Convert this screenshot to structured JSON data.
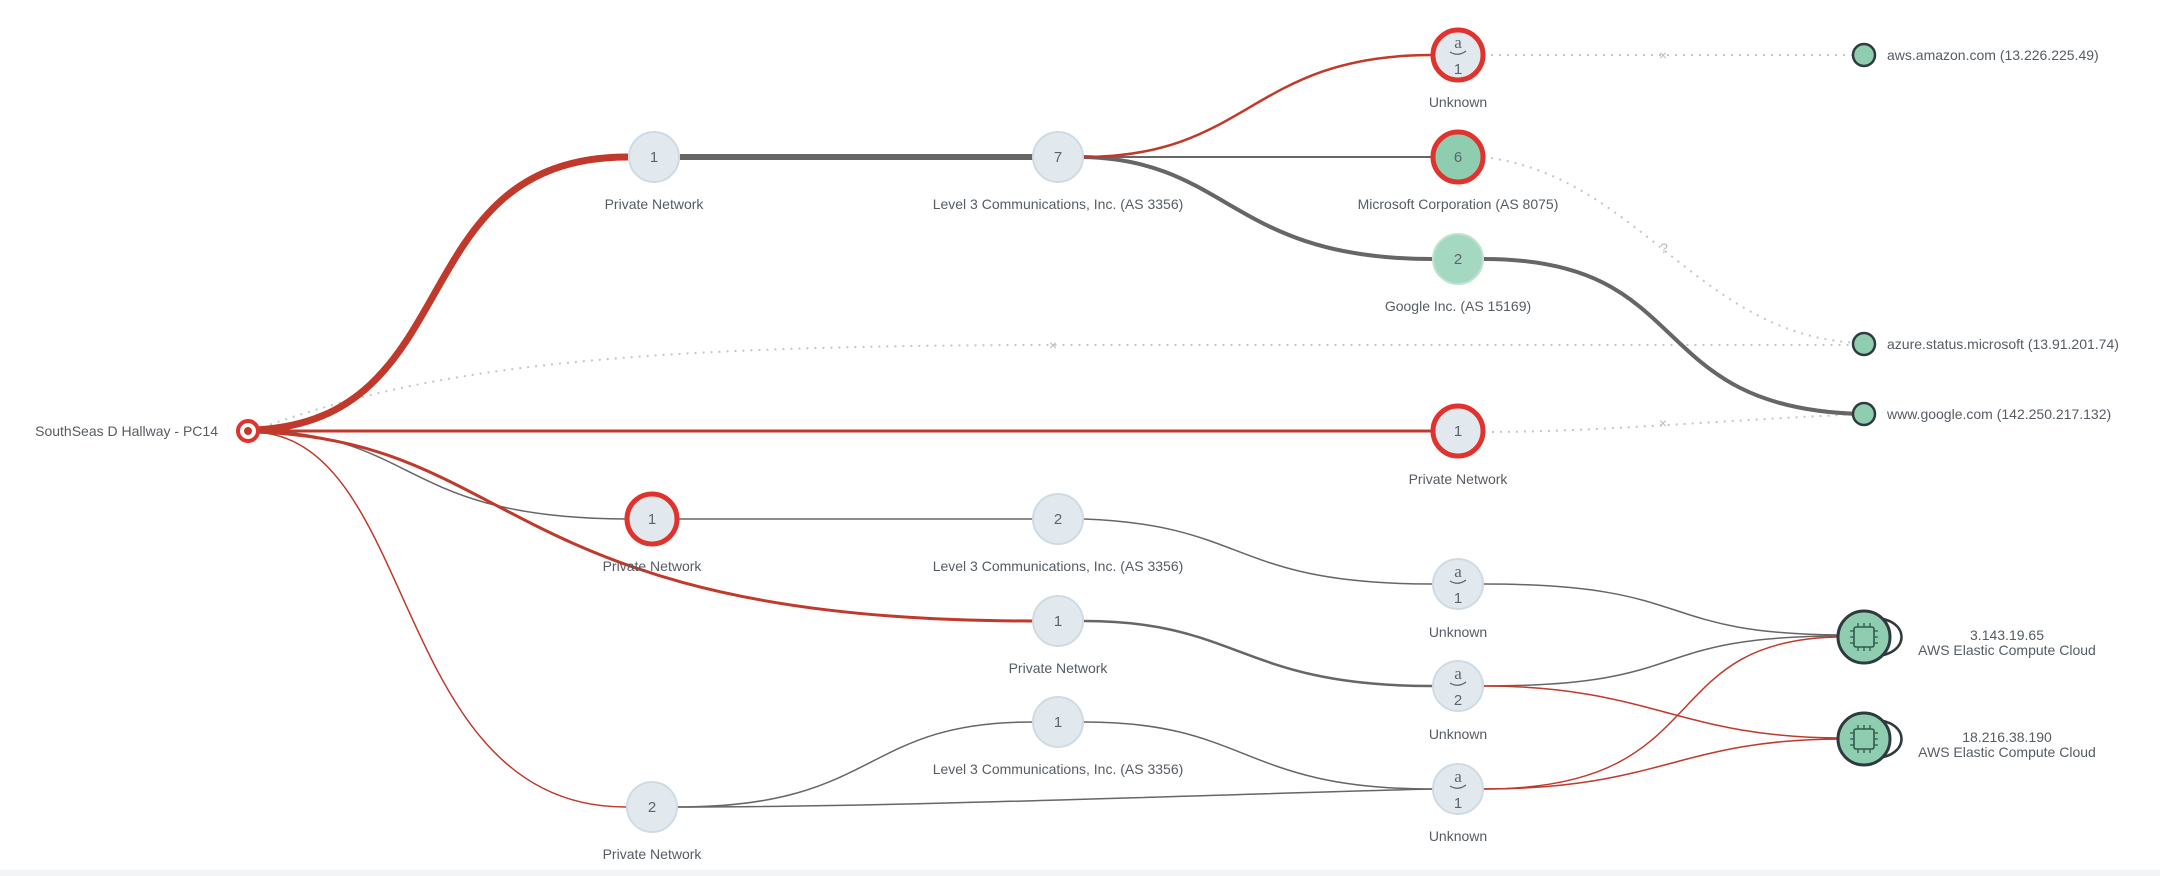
{
  "colors": {
    "loss_red": "#c0392b",
    "loss_ring": "#e0332d",
    "path_gray": "#666666",
    "node_fill": "#e2e9ee",
    "node_stroke": "#d0dae2",
    "cloud_fill": "#8fcdb1",
    "cloud_stroke": "#2f3a3f",
    "dotted": "#c2c6c9"
  },
  "source": {
    "label": "SouthSeas D Hallway - PC14"
  },
  "hops": {
    "pn_top": {
      "count": "1",
      "label": "Private Network"
    },
    "l3_top": {
      "count": "7",
      "label": "Level 3 Communications, Inc. (AS 3356)"
    },
    "unk_top": {
      "count": "1",
      "label": "Unknown",
      "icon": "a"
    },
    "ms": {
      "count": "6",
      "label": "Microsoft Corporation (AS 8075)"
    },
    "goog": {
      "count": "2",
      "label": "Google Inc. (AS 15169)"
    },
    "pn_mid": {
      "count": "1",
      "label": "Private Network"
    },
    "pn_b1": {
      "count": "1",
      "label": "Private Network"
    },
    "l3_b1": {
      "count": "2",
      "label": "Level 3 Communications, Inc. (AS 3356)"
    },
    "unk_b1": {
      "count": "1",
      "label": "Unknown",
      "icon": "a"
    },
    "pn_b2": {
      "count": "1",
      "label": "Private Network"
    },
    "unk_b2": {
      "count": "2",
      "label": "Unknown",
      "icon": "a"
    },
    "l3_b3": {
      "count": "1",
      "label": "Level 3 Communications, Inc. (AS 3356)"
    },
    "pn_b3": {
      "count": "2",
      "label": "Private Network"
    },
    "unk_b3": {
      "count": "1",
      "label": "Unknown",
      "icon": "a"
    }
  },
  "targets": {
    "aws": {
      "label": "aws.amazon.com (13.226.225.49)"
    },
    "azure": {
      "label": "azure.status.microsoft (13.91.201.74)"
    },
    "google": {
      "label": "www.google.com (142.250.217.132)"
    },
    "ec2a": {
      "ip": "3.143.19.65",
      "service": "AWS Elastic Compute Cloud"
    },
    "ec2b": {
      "ip": "18.216.38.190",
      "service": "AWS Elastic Compute Cloud"
    }
  },
  "marks": {
    "x": "×",
    "q": "?"
  }
}
